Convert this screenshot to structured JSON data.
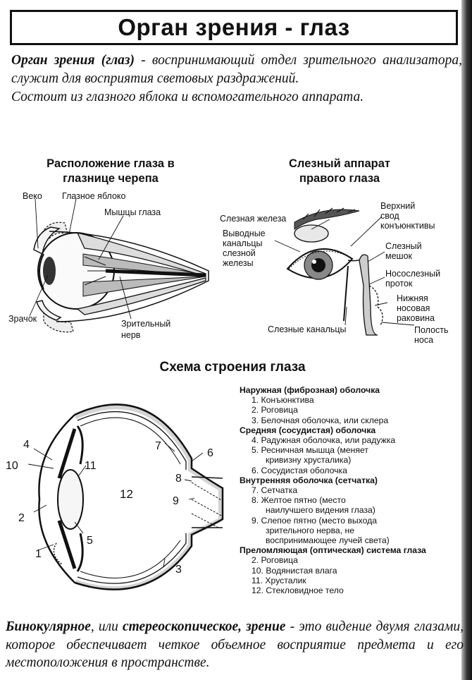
{
  "title": "Орган зрения - глаз",
  "intro": {
    "term": "Орган зрения (глаз)",
    "definition_rest": " - воспринимающий отдел зрительного анализатора, служит для восприятия световых раздражений.",
    "composition": "Состоит из глазного яблока и вспомогательного аппарата."
  },
  "orbit_diagram": {
    "title_line1": "Расположение глаза в",
    "title_line2": "глазнице черепа",
    "labels": {
      "eyelid": "Веко",
      "eyeball": "Глазное яблоко",
      "muscles": "Мышцы глаза",
      "pupil": "Зрачок",
      "optic_nerve_1": "Зрительный",
      "optic_nerve_2": "нерв"
    }
  },
  "lacrimal_diagram": {
    "title_line1": "Слезный аппарат",
    "title_line2": "правого глаза",
    "labels": {
      "gland": "Слезная железа",
      "ducts_1": "Выводные",
      "ducts_2": "канальцы",
      "ducts_3": "слезной",
      "ducts_4": "железы",
      "fornix_1": "Верхний",
      "fornix_2": "свод",
      "fornix_3": "конъюнктивы",
      "sac_1": "Слезный",
      "sac_2": "мешок",
      "nasolacrimal_1": "Носослезный",
      "nasolacrimal_2": "проток",
      "concha_1": "Нижняя",
      "concha_2": "носовая",
      "concha_3": "раковина",
      "canaliculi": "Слезные канальцы",
      "nasal_1": "Полость",
      "nasal_2": "носа"
    }
  },
  "structure_diagram": {
    "title": "Схема строения глаза",
    "numbers": [
      "1",
      "2",
      "3",
      "4",
      "5",
      "6",
      "7",
      "8",
      "9",
      "10",
      "11",
      "12"
    ]
  },
  "legend": {
    "outer": {
      "heading": "Наружная (фиброзная) оболочка",
      "items": [
        "1. Конъюнктива",
        "2. Роговица",
        "3. Белочная оболочка, или склера"
      ]
    },
    "middle": {
      "heading": "Средняя (сосудистая) оболочка",
      "item4": "4. Радужная оболочка, или радужка",
      "item5_line1": "5. Ресничная мышца (меняет",
      "item5_line2": "кривизну хрусталика)",
      "item6": "6. Сосудистая оболочка"
    },
    "inner": {
      "heading": "Внутренняя оболочка (сетчатка)",
      "item7": "7. Сетчатка",
      "item8_line1": "8. Желтое пятно (место",
      "item8_line2": "наилучшего видения глаза)",
      "item9_line1": "9. Слепое пятно (место выхода",
      "item9_line2": "зрительного нерва, не",
      "item9_line3": "воспринимающее лучей света)"
    },
    "optical": {
      "heading": "Преломляющая (оптическая) система глаза",
      "items": [
        "2. Роговица",
        "10. Водянистая влага",
        "11. Хрусталик",
        "12. Стекловидное тело"
      ]
    }
  },
  "bottom": {
    "term1": "Бинокулярное",
    "mid": ", или ",
    "term2": "стереоскопическое, зрение",
    "rest": " - это видение двумя глазами, которое обеспечивает четкое объемное восприятие предмета и его местоположения в пространстве."
  }
}
